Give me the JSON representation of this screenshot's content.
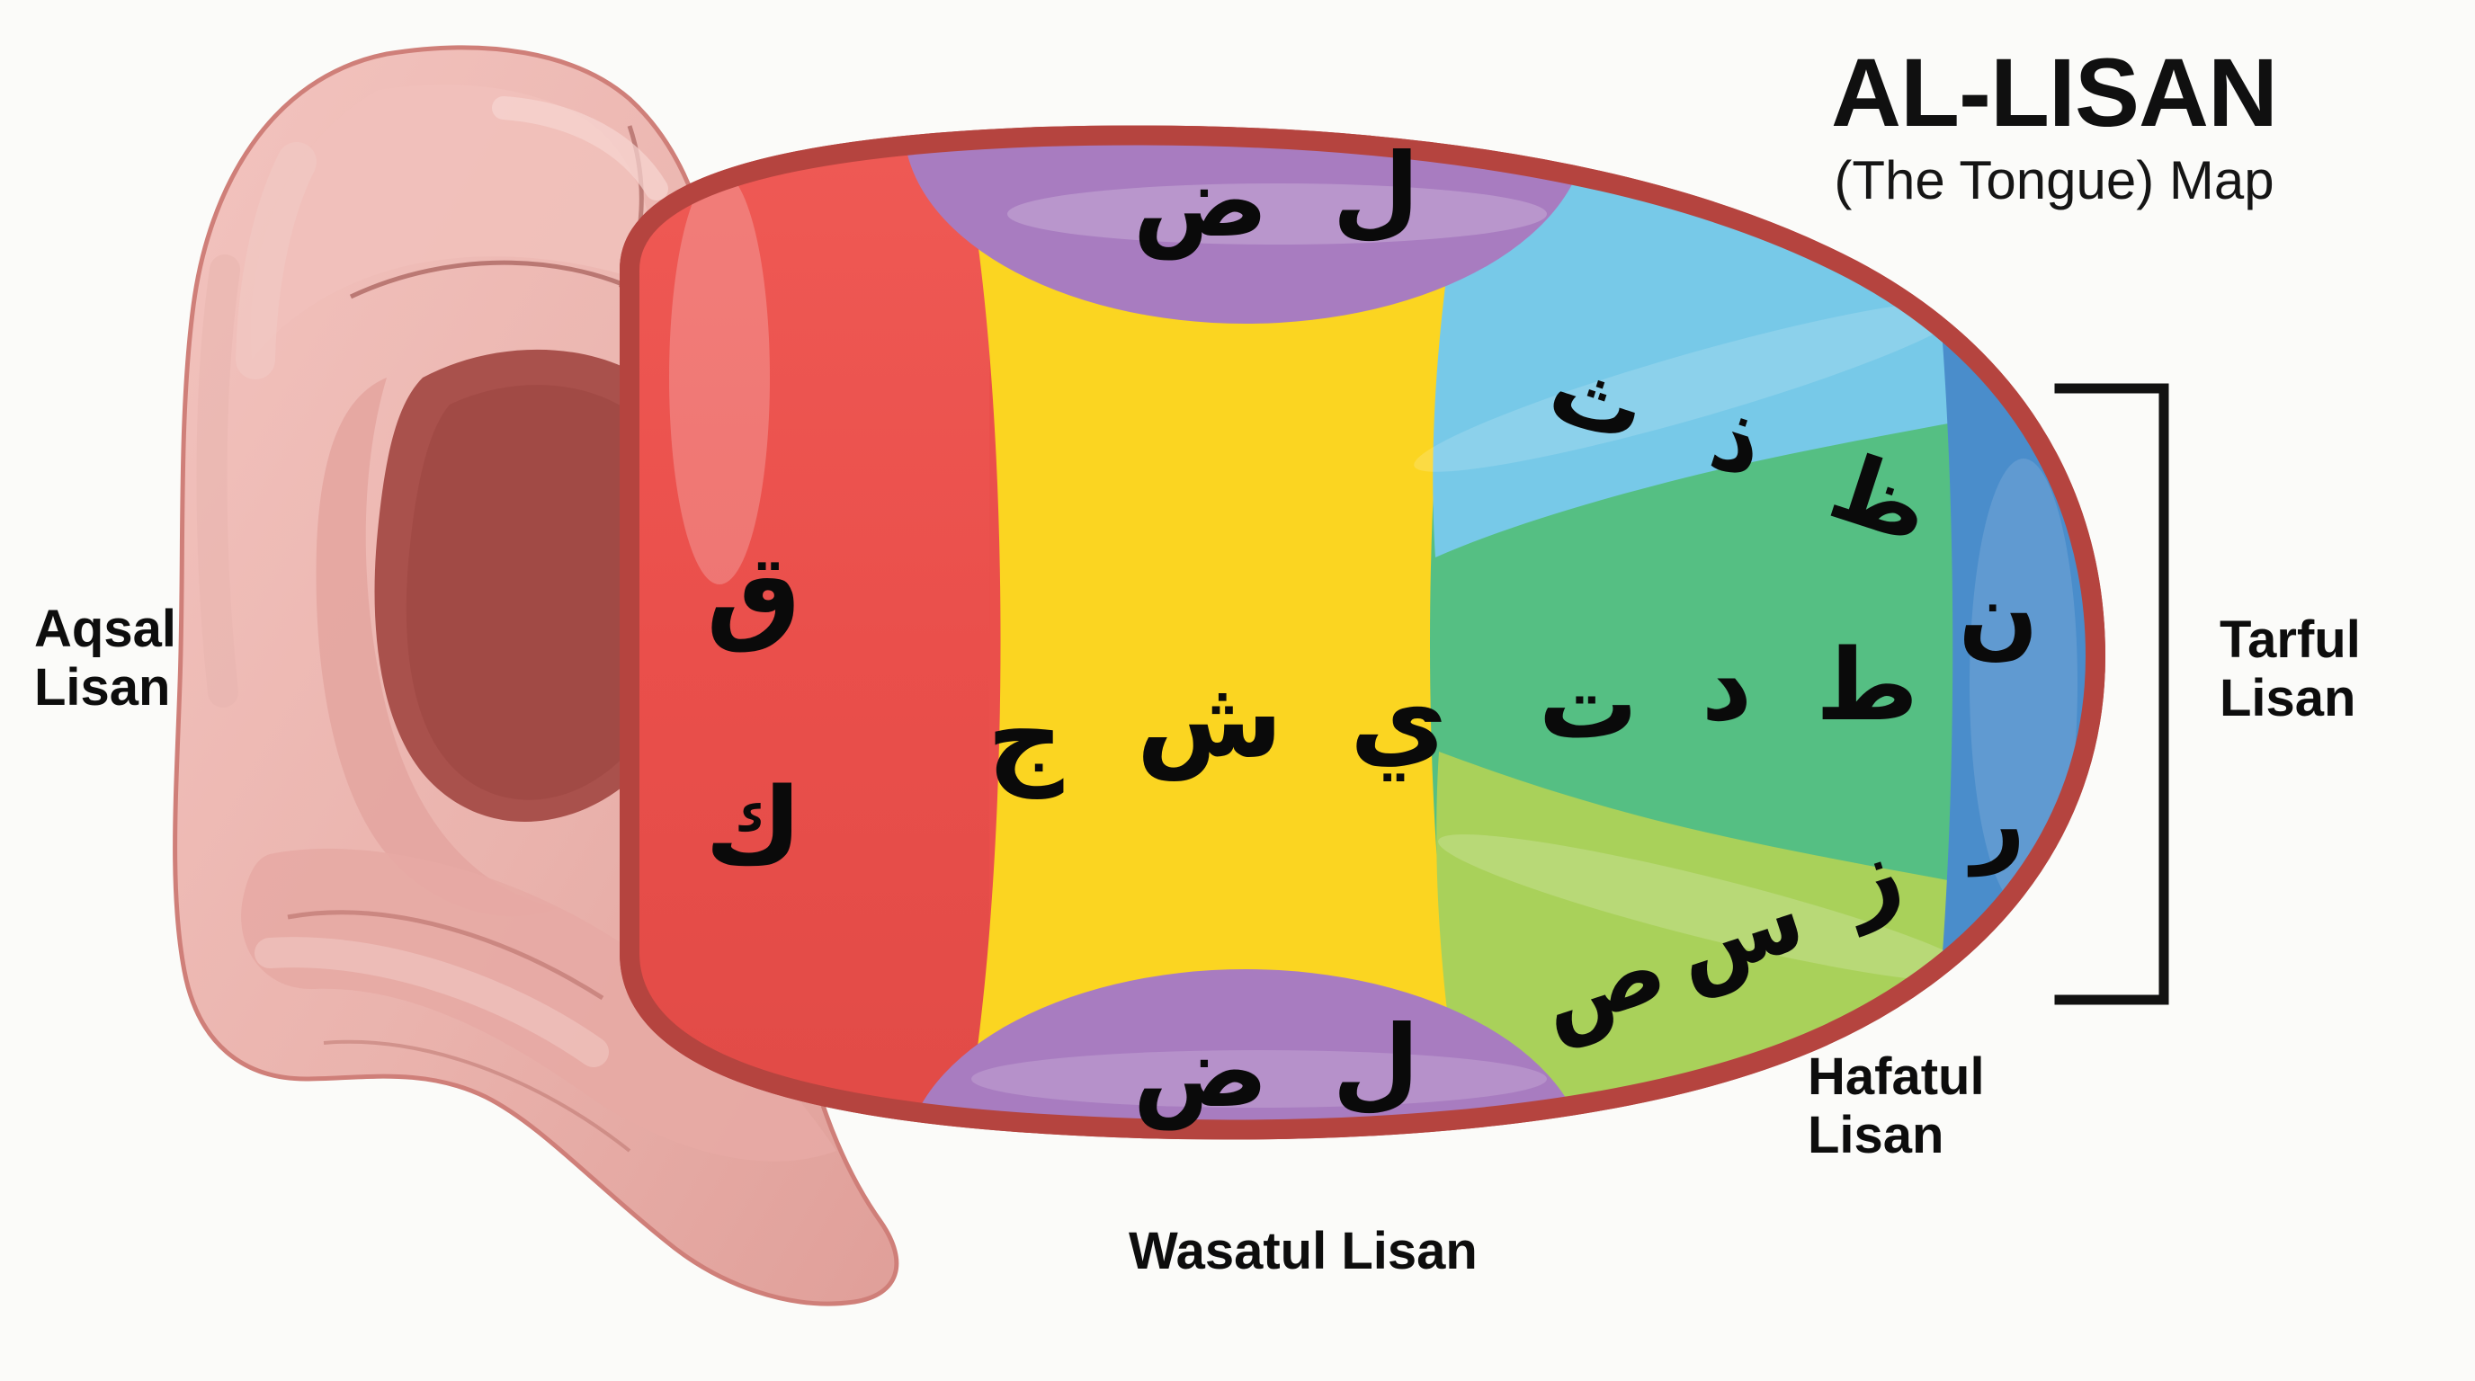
{
  "title": {
    "main": "AL-LISAN",
    "sub": "(The Tongue) Map"
  },
  "labels": {
    "aqsal": "Aqsal\nLisan",
    "aqsal_line1": "Aqsal",
    "aqsal_line2": "Lisan",
    "tarful_line1": "Tarful",
    "tarful_line2": "Lisan",
    "hafatul_line1": "Hafatul",
    "hafatul_line2": "Lisan",
    "wasatul": "Wasatul Lisan"
  },
  "colors": {
    "background": "#fbfbf9",
    "tongue_outline": "#b5443f",
    "region_red": "#ea4f4b",
    "region_yellow": "#fbd521",
    "region_purple": "#a87cc0",
    "region_lightblue": "#77c9e8",
    "region_green": "#55bf83",
    "region_lightgreen": "#a9d15a",
    "region_blue": "#4a8dcb",
    "mouth_flesh": "#edb7b2",
    "mouth_flesh_dark": "#d79690",
    "throat_dark": "#b05a55",
    "text": "#0d0d0d",
    "bracket": "#111111"
  },
  "regions": [
    {
      "name": "aqsal-lisan",
      "label": "Aqsal Lisan",
      "color": "#ea4f4b",
      "letters": [
        "ق",
        "ك"
      ],
      "letters_translit": [
        "qaf",
        "kaf"
      ]
    },
    {
      "name": "wasatul-lisan",
      "label": "Wasatul Lisan",
      "color": "#fbd521",
      "letters": [
        "ج",
        "ش",
        "ي"
      ],
      "letters_translit": [
        "jim",
        "shin",
        "ya"
      ]
    },
    {
      "name": "hafatul-lisan-purple-top",
      "label": "Hafatul Lisan",
      "color": "#a87cc0",
      "letters": [
        "ض",
        "ل"
      ],
      "letters_translit": [
        "dad",
        "lam"
      ]
    },
    {
      "name": "hafatul-lisan-purple-bottom",
      "label": "Hafatul Lisan",
      "color": "#a87cc0",
      "letters": [
        "ض",
        "ل"
      ],
      "letters_translit": [
        "dad",
        "lam"
      ]
    },
    {
      "name": "tarful-lisan-lightblue",
      "label": "Tarful Lisan",
      "color": "#77c9e8",
      "letters": [
        "ث",
        "ذ",
        "ظ"
      ],
      "letters_translit": [
        "tha",
        "dhal",
        "dha"
      ]
    },
    {
      "name": "tarful-lisan-green",
      "label": "Tarful Lisan",
      "color": "#55bf83",
      "letters": [
        "ت",
        "د",
        "ط"
      ],
      "letters_translit": [
        "ta",
        "dal",
        "ta-emphatic"
      ]
    },
    {
      "name": "tarful-lisan-lightgreen",
      "label": "Tarful Lisan",
      "color": "#a9d15a",
      "letters": [
        "ص",
        "س",
        "ز"
      ],
      "letters_translit": [
        "sad",
        "sin",
        "zay"
      ]
    },
    {
      "name": "tarful-lisan-blue",
      "label": "Tarful Lisan",
      "color": "#4a8dcb",
      "letters": [
        "ن",
        "ر"
      ],
      "letters_translit": [
        "nun",
        "ra"
      ]
    }
  ],
  "arabic_letters": {
    "qaf": "ق",
    "kaf": "ك",
    "jim": "ج",
    "shin": "ش",
    "ya": "ي",
    "dad_top": "ض",
    "lam_top": "ل",
    "dad_bottom": "ض",
    "lam_bottom": "ل",
    "tha": "ث",
    "dhal": "ذ",
    "dha": "ظ",
    "ta": "ت",
    "dal": "د",
    "ta_emphatic": "ط",
    "sad": "ص",
    "sin": "س",
    "zay": "ز",
    "nun": "ن",
    "ra": "ر"
  }
}
